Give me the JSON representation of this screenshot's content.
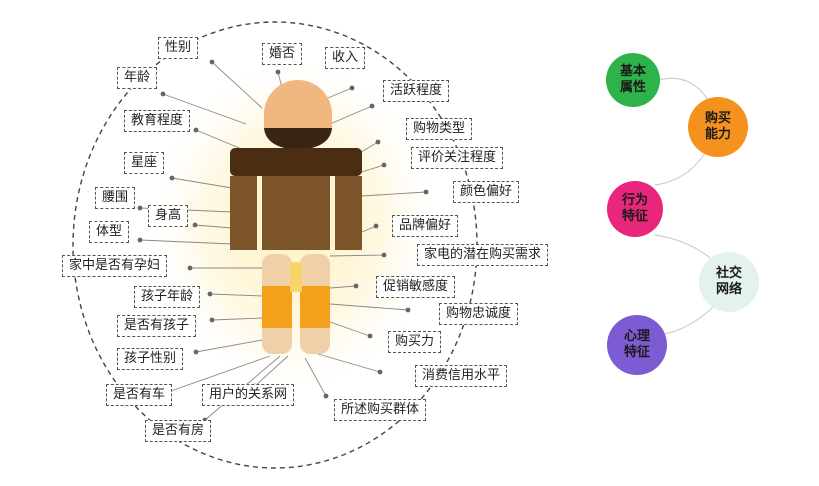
{
  "tags": [
    {
      "id": "gender",
      "label": "性别"
    },
    {
      "id": "marital",
      "label": "婚否"
    },
    {
      "id": "income",
      "label": "收入"
    },
    {
      "id": "age",
      "label": "年龄"
    },
    {
      "id": "activity",
      "label": "活跃程度"
    },
    {
      "id": "education",
      "label": "教育程度"
    },
    {
      "id": "shopping-type",
      "label": "购物类型"
    },
    {
      "id": "constellation",
      "label": "星座"
    },
    {
      "id": "review-attention",
      "label": "评价关注程度"
    },
    {
      "id": "waist",
      "label": "腰围"
    },
    {
      "id": "color-pref",
      "label": "颜色偏好"
    },
    {
      "id": "height",
      "label": "身高"
    },
    {
      "id": "brand-pref",
      "label": "品牌偏好"
    },
    {
      "id": "body-type",
      "label": "体型"
    },
    {
      "id": "appliance-demand",
      "label": "家电的潜在购买需求"
    },
    {
      "id": "pregnant",
      "label": "家中是否有孕妇"
    },
    {
      "id": "promo-sensitivity",
      "label": "促销敏感度"
    },
    {
      "id": "child-age",
      "label": "孩子年龄"
    },
    {
      "id": "loyalty",
      "label": "购物忠诚度"
    },
    {
      "id": "has-children",
      "label": "是否有孩子"
    },
    {
      "id": "purchasing-power",
      "label": "购买力"
    },
    {
      "id": "child-gender",
      "label": "孩子性别"
    },
    {
      "id": "credit-level",
      "label": "消费信用水平"
    },
    {
      "id": "has-car",
      "label": "是否有车"
    },
    {
      "id": "relationship-network",
      "label": "用户的关系网"
    },
    {
      "id": "purchase-group",
      "label": "所述购买群体"
    },
    {
      "id": "has-house",
      "label": "是否有房"
    }
  ],
  "categories": [
    {
      "id": "basic",
      "label": "基本\n属性",
      "color": "#2db34a"
    },
    {
      "id": "purchase",
      "label": "购买\n能力",
      "color": "#f5921e"
    },
    {
      "id": "behavior",
      "label": "行为\n特征",
      "color": "#e8267b"
    },
    {
      "id": "social",
      "label": "社交\n网络",
      "color": "#e4f2ef"
    },
    {
      "id": "psych",
      "label": "心理\n特征",
      "color": "#7d5bd3"
    }
  ],
  "figure_colors": {
    "head": "#f2b780",
    "beard": "#3c2414",
    "shirt": "#7b542a",
    "shoulders": "#4a2d12",
    "legs": "#f0d0a8",
    "pants": "#f5a01a",
    "glow": "#fff2c2"
  }
}
